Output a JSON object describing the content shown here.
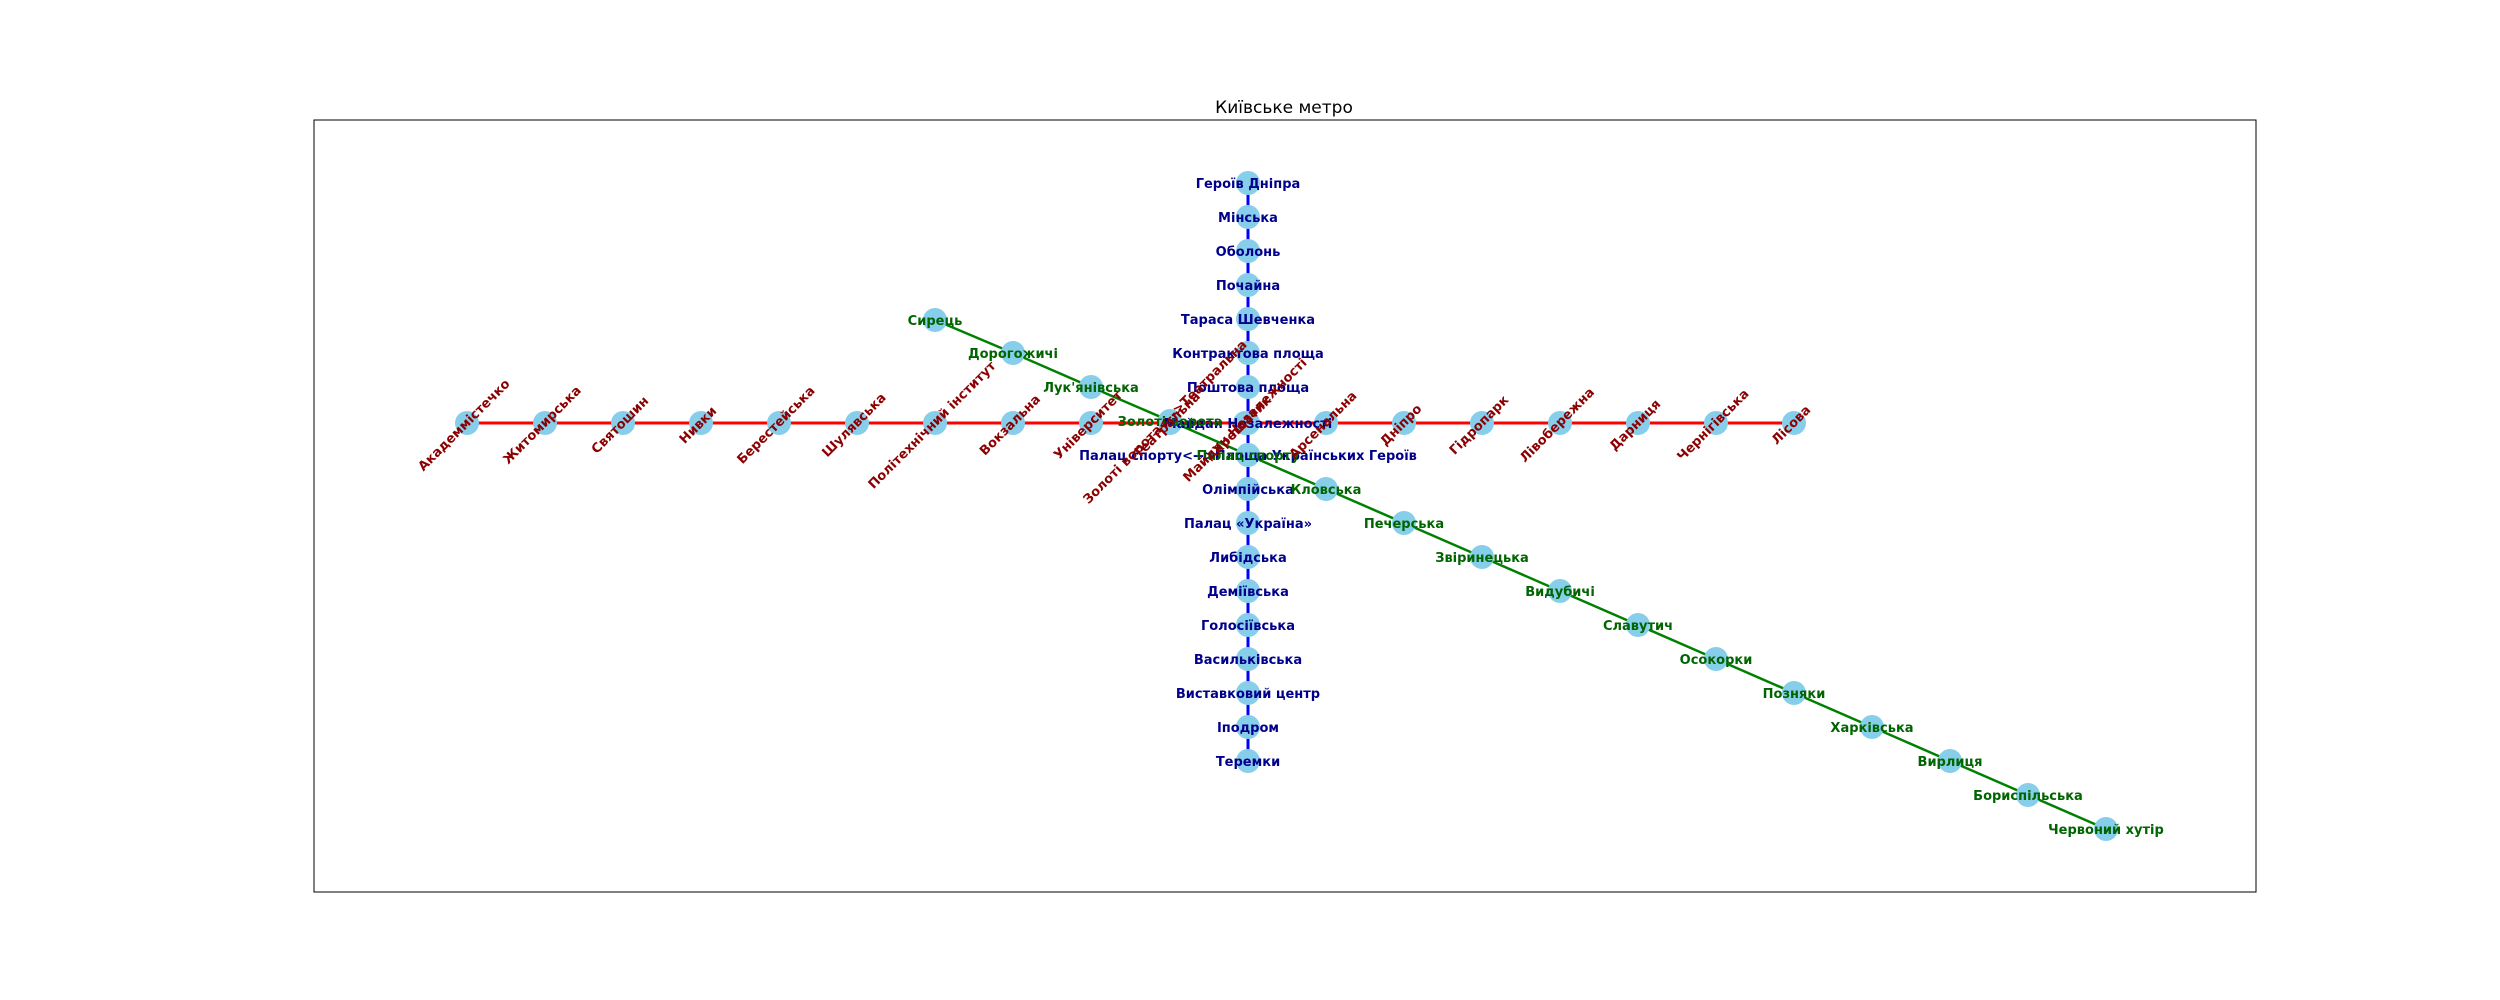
{
  "title": "Київське метро",
  "colors": {
    "node": "#87ceeb",
    "red_line": "#ff0000",
    "red_label": "#8b0000",
    "blue_line": "#0000ff",
    "blue_label": "#00008b",
    "green_line": "#008000",
    "green_label": "#006400",
    "frame": "#000000"
  },
  "lines": {
    "red": {
      "color_key": "red",
      "stations": [
        "Академмістечко",
        "Житомирська",
        "Святошин",
        "Нивки",
        "Берестейська",
        "Шулявська",
        "Політехнічний інститут",
        "Вокзальна",
        "Університет",
        "Театральна",
        "Хрещатик",
        "Арсенальна",
        "Дніпро",
        "Гідропарк",
        "Лівобережна",
        "Дарниця",
        "Чернігівська",
        "Лісова"
      ],
      "extra_labels": [
        "Золоті ворота<-->Театральна",
        "Майдан Незалежності"
      ]
    },
    "blue": {
      "color_key": "blue",
      "stations": [
        "Героїв Дніпра",
        "Мінська",
        "Оболонь",
        "Почайна",
        "Тараса Шевченка",
        "Контрактова площа",
        "Поштова площа",
        "Майдан Незалежності",
        "Палац спорту<-->Площа Українських Героїв",
        "Олімпійська",
        "Палац «Україна»",
        "Либідська",
        "Деміївська",
        "Голосіївська",
        "Васильківська",
        "Виставковий центр",
        "Іподром",
        "Теремки"
      ]
    },
    "green": {
      "color_key": "green",
      "stations": [
        "Сирець",
        "Дорогожичі",
        "Лук'янівська",
        "Золоті ворота",
        "Палац спорту",
        "Кловська",
        "Печерська",
        "Звіринецька",
        "Видубичі",
        "Славутич",
        "Осокорки",
        "Позняки",
        "Харківська",
        "Вирлиця",
        "Бориспільська",
        "Червоний хутір"
      ]
    }
  }
}
